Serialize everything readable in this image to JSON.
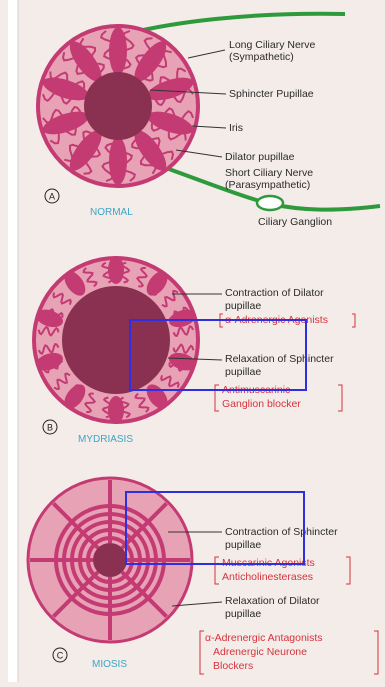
{
  "panel_a": {
    "letter": "A",
    "title": "NORMAL",
    "labels": {
      "long_nerve_1": "Long Ciliary Nerve",
      "long_nerve_2": "(Sympathetic)",
      "sphincter": "Sphincter Pupillae",
      "iris": "Iris",
      "dilator": "Dilator pupillae",
      "short_nerve_1": "Short Ciliary Nerve",
      "short_nerve_2": "(Parasympathetic)",
      "ganglion": "Ciliary Ganglion"
    }
  },
  "panel_b": {
    "letter": "B",
    "title": "MYDRIASIS",
    "labels": {
      "contraction_1": "Contraction of Dilator",
      "contraction_2": "pupillae",
      "agonists": "α-Adrenergic Agonists",
      "relaxation_1": "Relaxation of Sphincter",
      "relaxation_2": "pupillae",
      "blocker_1": "Antimuscarinic",
      "blocker_2": "Ganglion blocker"
    }
  },
  "panel_c": {
    "letter": "C",
    "title": "MIOSIS",
    "labels": {
      "contraction_1": "Contraction of Sphincter",
      "contraction_2": "pupillae",
      "agonists_1": "Muscarinic Agonists",
      "agonists_2": "Anticholinesterases",
      "relaxation_1": "Relaxation of Dilator",
      "relaxation_2": "pupillae",
      "antagonists_1": "α-Adrenergic Antagonists",
      "antagonists_2": "Adrenergic Neurone",
      "antagonists_3": "Blockers"
    }
  },
  "colors": {
    "iris_outer": "#e8a2b6",
    "muscle": "#c43a72",
    "pupil": "#8a3050",
    "nerve": "#2e9a3c",
    "highlight_box": "#2f2fe0",
    "red_text": "#d6343e",
    "title_blue": "#3aa6c8"
  }
}
